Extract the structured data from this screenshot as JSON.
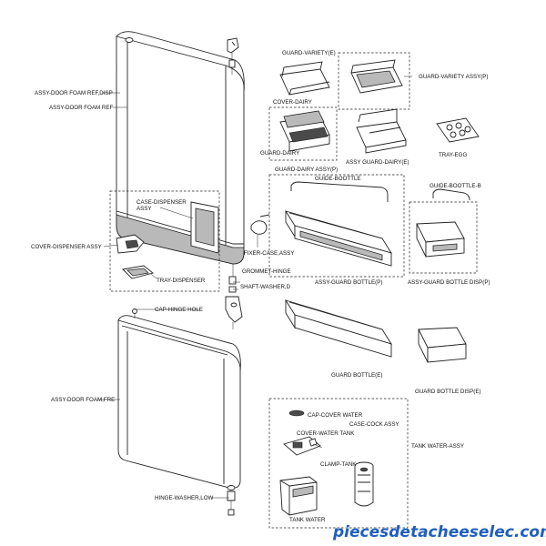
{
  "labels": {
    "assy_door_foam_ref_disp": "ASSY-DOOR FOAM REF,DISP",
    "assy_door_foam_ref": "ASSY-DOOR FOAM REF",
    "guard_variety_e": "GUARD-VARIETY(E)",
    "guard_variety_assy_p": "GUARD-VARIETY ASSY(P)",
    "cover_dairy": "COVER-DAIRY",
    "guard_dairy": "GUARD-DAIRY",
    "assy_guard_dairy_e": "ASSY GUARD-DAIRY(E)",
    "tray_egg": "TRAY-EGG",
    "guard_dairy_assy_p": "GUARD-DAIRY ASSY(P)",
    "guide_bottle": "GUIDE-BOOTTLE",
    "guide_bottle_b": "GUIDE-BOOTTLE-B",
    "case_dispenser_assy_1": "CASE-DISPENSER",
    "case_dispenser_assy_2": "ASSY",
    "cover_dispenser_assy": "COVER-DISPENSER ASSY",
    "fixer_case_assy": "FIXER-CASE,ASSY",
    "tray_dispenser": "TRAY-DISPENSER",
    "grommet_hinge": "GROMMET-HINGE",
    "assy_guard_bottle_p": "ASSY-GUARD BOTTLE(P)",
    "assy_guard_bottle_disp_p": "ASSY-GUARD BOTTLE DISP(P)",
    "shaft_washer_d": "SHAFT-WASHER,D",
    "cap_hinge_hole": "CAP-HINGE HOLE",
    "guard_bottle_e": "GUARD BOTTLE(E)",
    "guard_bottle_disp_e": "GUARD BOTTLE DISP(E)",
    "assy_door_foam_fre": "ASSY-DOOR FOAM,FRE",
    "cap_cover_water": "CAP-COVER WATER",
    "case_cock_assy": "CASE-COCK ASSY",
    "cover_water_tank": "COVER-WATER TANK",
    "tank_water_assy": "TANK WATER-ASSY",
    "clamp_tank": "CLAMP-TANK",
    "hinge_washer_low": "HINGE-WASHER,LOW",
    "tank_water": "TANK WATER"
  },
  "watermark": "piecesdetacheeselec.com",
  "colors": {
    "line": "#222222",
    "shade": "#b9b9b9",
    "watermark": "#1f5fbf"
  }
}
